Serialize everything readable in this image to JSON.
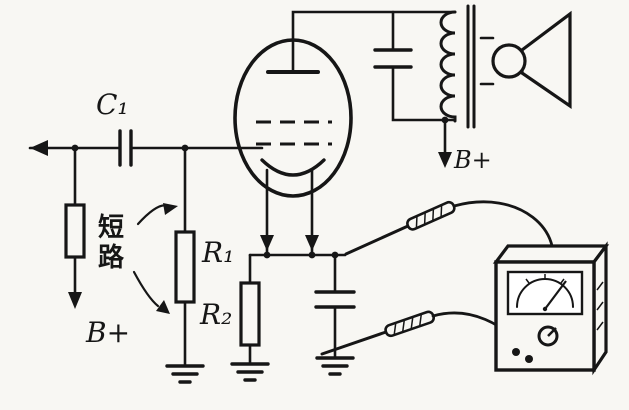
{
  "labels": {
    "c1": "C₁",
    "r1": "R₁",
    "r2": "R₂",
    "b_plus_left": "B+",
    "b_plus_right": "B+"
  },
  "annotation": {
    "short_circuit": "短路",
    "chars": [
      "短",
      "路"
    ]
  },
  "colors": {
    "ink": "#161616",
    "paper": "#f8f7f3"
  }
}
